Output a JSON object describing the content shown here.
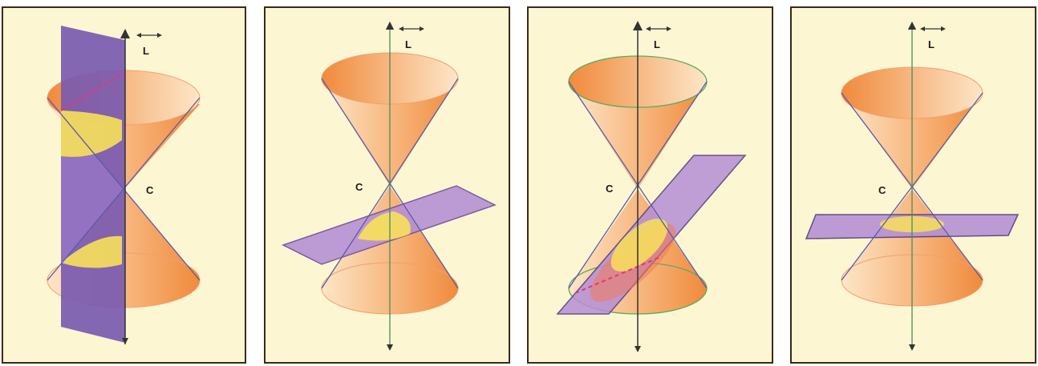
{
  "panels": [
    {
      "id": "hyperbola",
      "labels": {
        "axis": "L",
        "vertex": "C"
      }
    },
    {
      "id": "parabola",
      "labels": {
        "axis": "L",
        "vertex": "C"
      }
    },
    {
      "id": "ellipse",
      "labels": {
        "axis": "L",
        "vertex": "C"
      }
    },
    {
      "id": "circle",
      "labels": {
        "axis": "L",
        "vertex": "C"
      }
    }
  ],
  "colors": {
    "background": "#fdf6d3",
    "border": "#3b2a1a",
    "cone_dark": "#f08a3c",
    "cone_light": "#fde6c8",
    "plane": "#b48fd6",
    "plane_dark": "#7a5ab0",
    "section": "#f7e15a",
    "dashed": "#e8337a",
    "generator": "#5a5aa8"
  }
}
